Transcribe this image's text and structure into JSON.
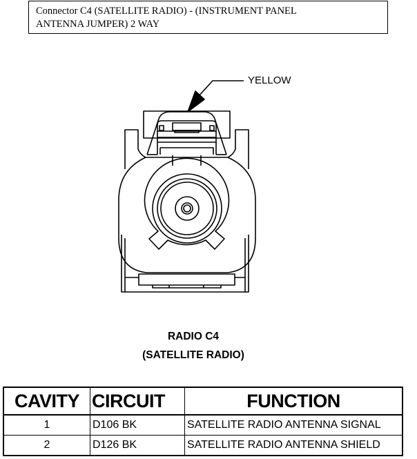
{
  "header": {
    "title_line1": "Connector C4 (SATELLITE RADIO) - (INSTRUMENT PANEL",
    "title_line2": "ANTENNA JUMPER) 2 WAY"
  },
  "diagram": {
    "callout_label": "YELLOW",
    "callout_color": "#000000",
    "caption_line1": "RADIO C4",
    "caption_line2": "(SATELLITE RADIO)"
  },
  "table": {
    "headers": {
      "cavity": "CAVITY",
      "circuit": "CIRCUIT",
      "function": "FUNCTION"
    },
    "rows": [
      {
        "cavity": "1",
        "circuit": "D106 BK",
        "function": "SATELLITE RADIO ANTENNA SIGNAL"
      },
      {
        "cavity": "2",
        "circuit": "D126 BK",
        "function": "SATELLITE RADIO ANTENNA SHIELD"
      }
    ]
  }
}
